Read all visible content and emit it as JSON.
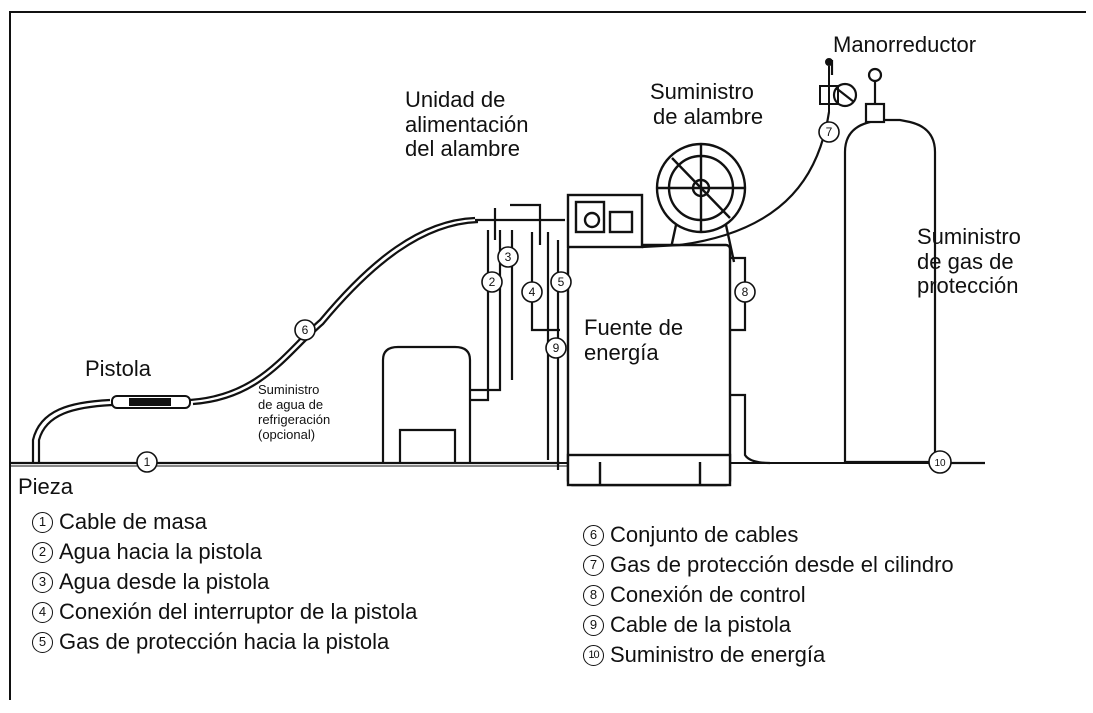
{
  "labels": {
    "manometer": "Manorreductor",
    "wire_feed_unit": [
      "Unidad de",
      "alimentación",
      "del alambre"
    ],
    "wire_supply": [
      "Suministro",
      "de alambre"
    ],
    "gas_supply": [
      "Suministro",
      "de gas de",
      "protección"
    ],
    "power_source": [
      "Fuente de",
      "energía"
    ],
    "gun": "Pistola",
    "cooling": [
      "Suministro",
      "de agua de",
      "refrigeración",
      "(opcional)"
    ],
    "workpiece": "Pieza"
  },
  "legend": [
    {
      "num": "1",
      "text": "Cable de masa"
    },
    {
      "num": "2",
      "text": "Agua hacia la pistola"
    },
    {
      "num": "3",
      "text": "Agua desde la pistola"
    },
    {
      "num": "4",
      "text": "Conexión del interruptor de la pistola"
    },
    {
      "num": "5",
      "text": "Gas de protección hacia la pistola"
    },
    {
      "num": "6",
      "text": "Conjunto de cables"
    },
    {
      "num": "7",
      "text": "Gas de protección desde el cilindro"
    },
    {
      "num": "8",
      "text": "Conexión de control"
    },
    {
      "num": "9",
      "text": "Cable de la pistola"
    },
    {
      "num": "10",
      "text": "Suministro de energía"
    }
  ],
  "markers": [
    "1",
    "2",
    "3",
    "4",
    "5",
    "6",
    "7",
    "8",
    "9",
    "10"
  ]
}
